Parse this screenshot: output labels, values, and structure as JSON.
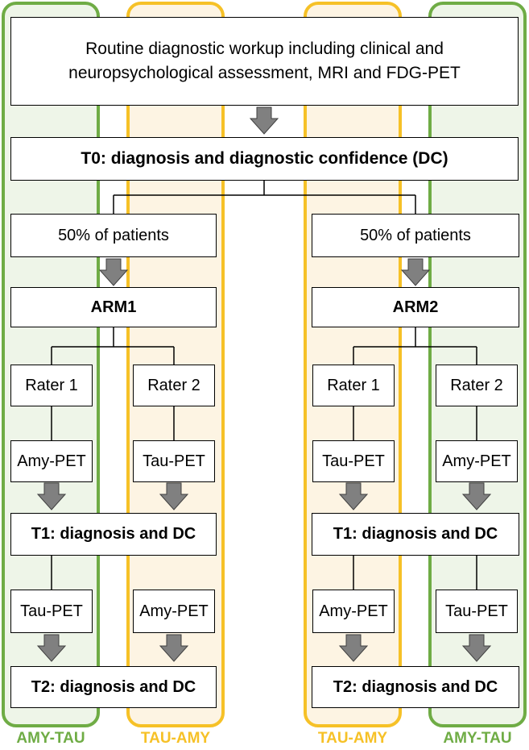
{
  "lanes": {
    "left_outer": "AMY-TAU",
    "left_inner": "TAU-AMY",
    "right_inner": "TAU-AMY",
    "right_outer": "AMY-TAU"
  },
  "colors": {
    "amy_tau": "#6fac45",
    "tau_amy": "#f6c127",
    "arrow": "#808080"
  },
  "workup": "Routine diagnostic workup including clinical and neuropsychological assessment, MRI and FDG-PET",
  "t0": "T0: diagnosis and diagnostic confidence (DC)",
  "arm1": {
    "split": "50% of patients",
    "label": "ARM1",
    "rater1": {
      "label": "Rater 1",
      "first_pet": "Amy-PET",
      "second_pet": "Tau-PET"
    },
    "rater2": {
      "label": "Rater 2",
      "first_pet": "Tau-PET",
      "second_pet": "Amy-PET"
    },
    "t1": "T1: diagnosis and DC",
    "t2": "T2: diagnosis and DC"
  },
  "arm2": {
    "split": "50% of patients",
    "label": "ARM2",
    "rater1": {
      "label": "Rater 1",
      "first_pet": "Tau-PET",
      "second_pet": "Amy-PET"
    },
    "rater2": {
      "label": "Rater 2",
      "first_pet": "Amy-PET",
      "second_pet": "Tau-PET"
    },
    "t1": "T1: diagnosis and DC",
    "t2": "T2: diagnosis and DC"
  }
}
